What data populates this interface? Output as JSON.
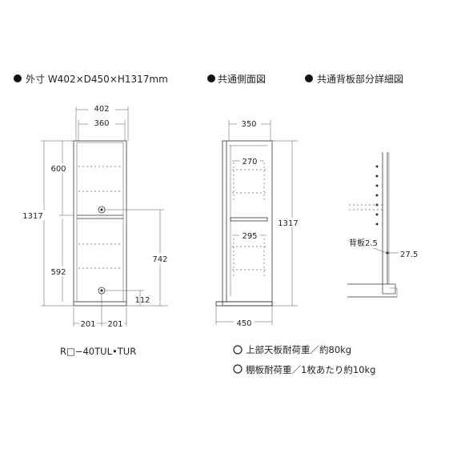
{
  "headers": {
    "outer_size": "外寸 W402×D450×H1317mm",
    "side_view": "共通側面図",
    "back_detail": "共通背板部分詳細図"
  },
  "front_view": {
    "width_outer": "402",
    "width_inner": "360",
    "height_total": "1317",
    "upper_section": "600",
    "lower_section": "592",
    "height_to_hole": "742",
    "bottom_hole": "112",
    "half_left": "201",
    "half_right": "201"
  },
  "side_view": {
    "width_top": "350",
    "shelf_upper": "270",
    "shelf_lower": "295",
    "height_total": "1317",
    "depth_bottom": "450"
  },
  "back_detail": {
    "label": "背板2.5",
    "value": "27.5"
  },
  "model_name": "R□−40TUL•TUR",
  "notes": [
    "上部天板耐荷重／約80kg",
    "棚板耐荷重／1枚あたり約10kg"
  ]
}
